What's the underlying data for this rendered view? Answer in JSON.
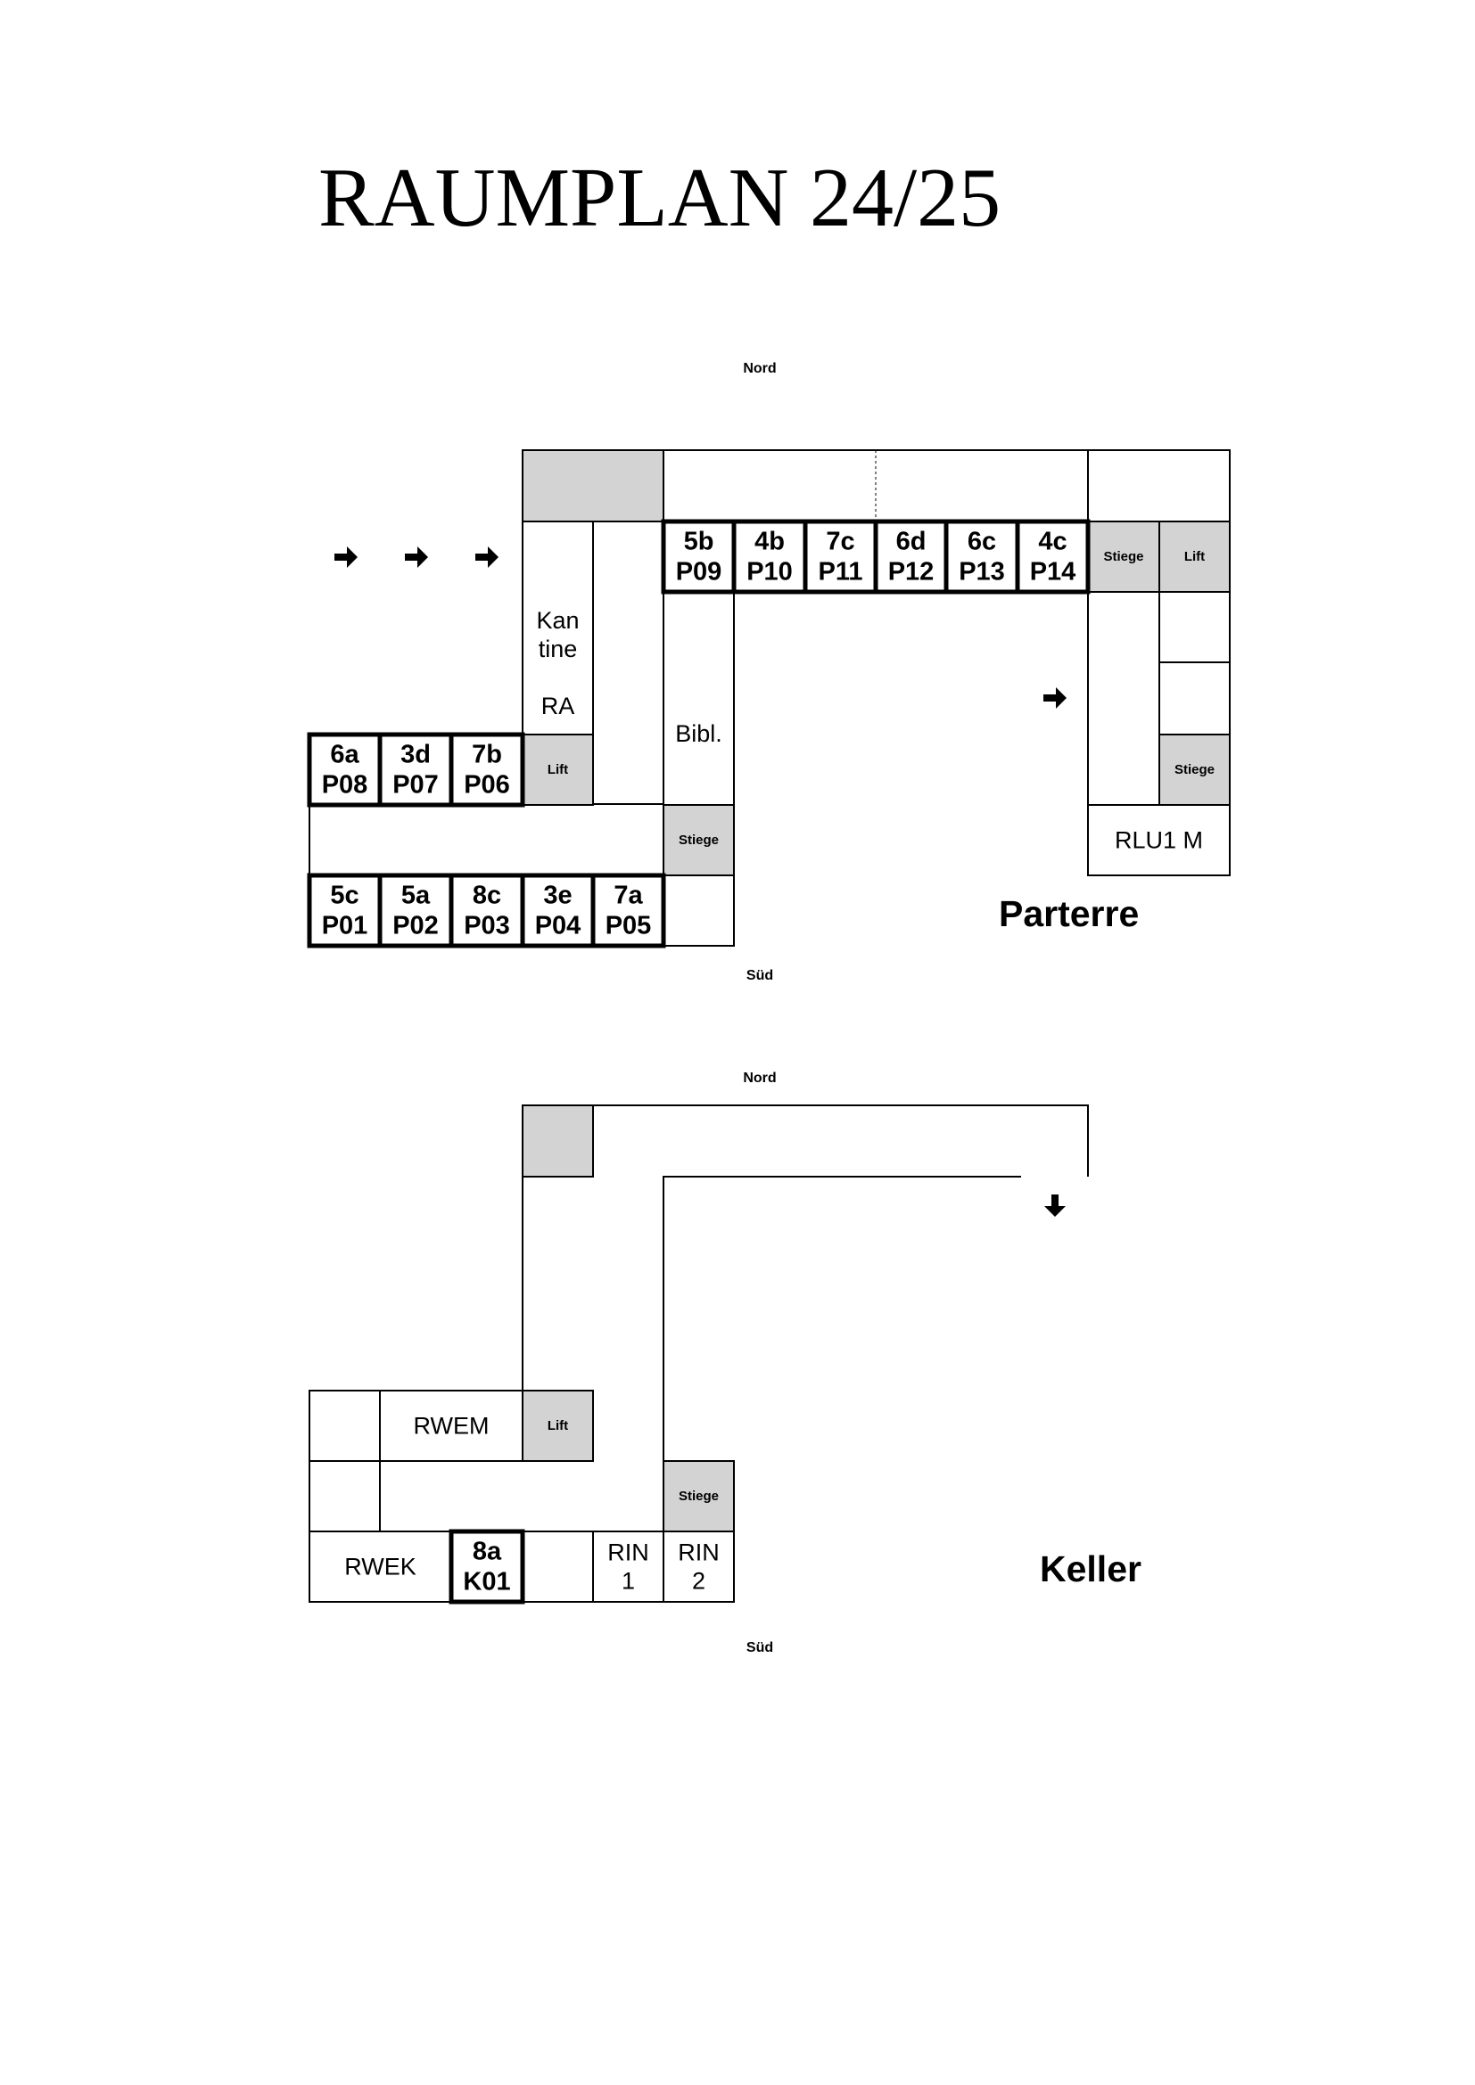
{
  "title": "RAUMPLAN 24/25",
  "compass": {
    "north": "Nord",
    "south": "Süd"
  },
  "floors": [
    {
      "id": "parterre",
      "name": "Parterre",
      "rooms": [
        {
          "id": "ecke-nw",
          "lines": [],
          "style": "gray"
        },
        {
          "id": "kantine",
          "lines": [
            "Kan",
            "tine",
            "",
            "RA"
          ],
          "style": "plain"
        },
        {
          "id": "lift-west",
          "lines": [
            "Lift"
          ],
          "style": "gray"
        },
        {
          "id": "6a",
          "lines": [
            "6a",
            "P08"
          ],
          "style": "class"
        },
        {
          "id": "3d",
          "lines": [
            "3d",
            "P07"
          ],
          "style": "class"
        },
        {
          "id": "7b",
          "lines": [
            "7b",
            "P06"
          ],
          "style": "class"
        },
        {
          "id": "5c",
          "lines": [
            "5c",
            "P01"
          ],
          "style": "class"
        },
        {
          "id": "5a",
          "lines": [
            "5a",
            "P02"
          ],
          "style": "class"
        },
        {
          "id": "8c",
          "lines": [
            "8c",
            "P03"
          ],
          "style": "class"
        },
        {
          "id": "3e",
          "lines": [
            "3e",
            "P04"
          ],
          "style": "class"
        },
        {
          "id": "7a",
          "lines": [
            "7a",
            "P05"
          ],
          "style": "class"
        },
        {
          "id": "raum-sued",
          "lines": [],
          "style": "plain"
        },
        {
          "id": "bibliothek",
          "lines": [
            "Bibl."
          ],
          "style": "plain"
        },
        {
          "id": "stiege-mitte",
          "lines": [
            "Stiege"
          ],
          "style": "gray"
        },
        {
          "id": "5b",
          "lines": [
            "5b",
            "P09"
          ],
          "style": "class"
        },
        {
          "id": "4b",
          "lines": [
            "4b",
            "P10"
          ],
          "style": "class"
        },
        {
          "id": "7c",
          "lines": [
            "7c",
            "P11"
          ],
          "style": "class"
        },
        {
          "id": "6d",
          "lines": [
            "6d",
            "P12"
          ],
          "style": "class"
        },
        {
          "id": "6c",
          "lines": [
            "6c",
            "P13"
          ],
          "style": "class"
        },
        {
          "id": "4c",
          "lines": [
            "4c",
            "P14"
          ],
          "style": "class"
        },
        {
          "id": "stiege-nordost",
          "lines": [
            "Stiege"
          ],
          "style": "gray"
        },
        {
          "id": "lift-ost",
          "lines": [
            "Lift"
          ],
          "style": "gray"
        },
        {
          "id": "raum-ost-1",
          "lines": [],
          "style": "plain"
        },
        {
          "id": "raum-ost-2",
          "lines": [],
          "style": "plain"
        },
        {
          "id": "stiege-ost",
          "lines": [
            "Stiege"
          ],
          "style": "gray"
        },
        {
          "id": "rlu1",
          "lines": [
            "RLU1 M"
          ],
          "style": "plain"
        }
      ]
    },
    {
      "id": "keller",
      "name": "Keller",
      "rooms": [
        {
          "id": "ecke-nw-k",
          "lines": [],
          "style": "gray"
        },
        {
          "id": "raum-k1",
          "lines": [],
          "style": "plain"
        },
        {
          "id": "rwem",
          "lines": [
            "RWEM"
          ],
          "style": "plain"
        },
        {
          "id": "lift-k",
          "lines": [
            "Lift"
          ],
          "style": "gray"
        },
        {
          "id": "raum-k2",
          "lines": [],
          "style": "plain"
        },
        {
          "id": "rwek",
          "lines": [
            "RWEK"
          ],
          "style": "plain"
        },
        {
          "id": "8a",
          "lines": [
            "8a",
            "K01"
          ],
          "style": "class"
        },
        {
          "id": "raum-k3",
          "lines": [],
          "style": "plain"
        },
        {
          "id": "rin1",
          "lines": [
            "RIN",
            "1"
          ],
          "style": "plain"
        },
        {
          "id": "rin2",
          "lines": [
            "RIN",
            "2"
          ],
          "style": "plain"
        },
        {
          "id": "stiege-k",
          "lines": [
            "Stiege"
          ],
          "style": "gray"
        }
      ]
    }
  ],
  "icons": {
    "direction_arrow": "right-arrow-icon",
    "down_arrow": "down-arrow-icon"
  }
}
